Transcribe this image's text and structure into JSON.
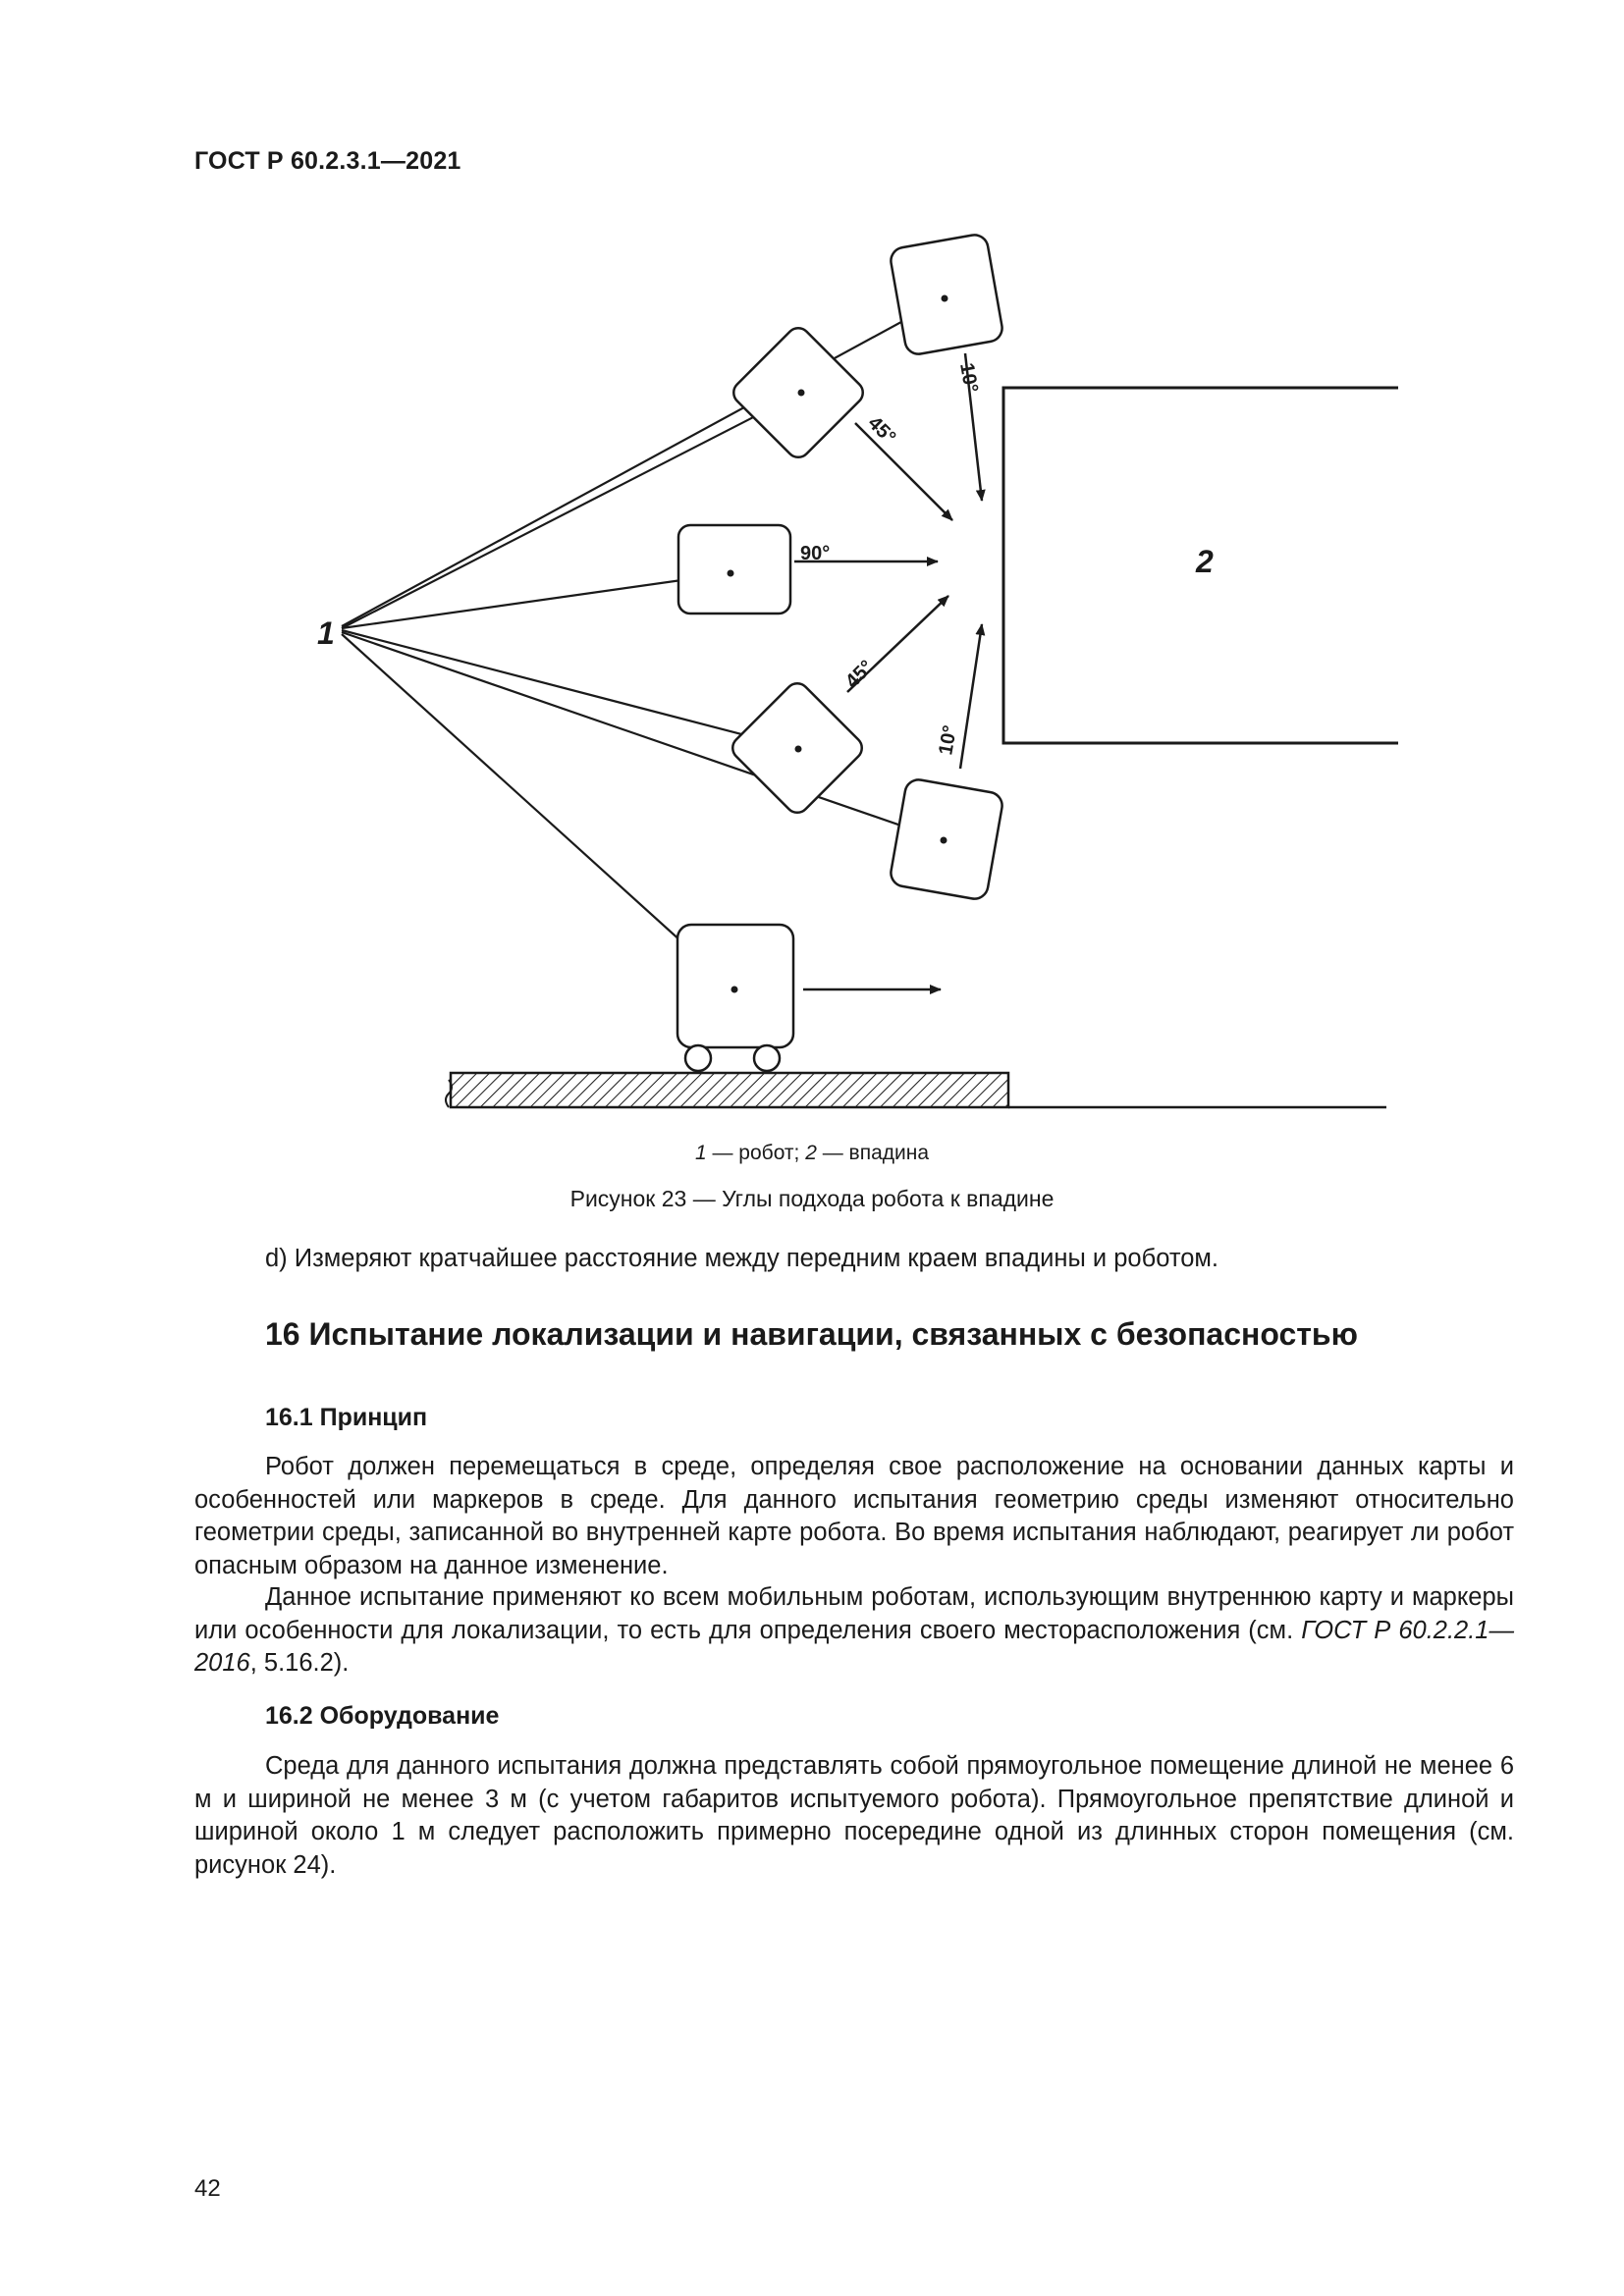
{
  "header": {
    "doc_id": "ГОСТ Р 60.2.3.1—2021"
  },
  "figure": {
    "labels": {
      "robot": "1",
      "recess": "2"
    },
    "angles": {
      "top_10": "10°",
      "top_45": "45°",
      "mid_90": "90°",
      "low_45": "45°",
      "low_10": "10°"
    },
    "legend": {
      "n1": "1",
      "t1": " — робот; ",
      "n2": "2",
      "t2": " — впадина"
    },
    "caption": "Рисунок 23 — Углы подхода робота к впадине"
  },
  "body": {
    "item_d": "d) Измеряют кратчайшее расстояние между передним краем впадины и роботом.",
    "section16_title": "16 Испытание локализации и навигации, связанных с безопасностью",
    "sub161_title": "16.1 Принцип",
    "p161_a": "Робот должен перемещаться в среде, определяя свое расположение на основании данных карты и особенностей или маркеров в среде. Для данного испытания геометрию среды изменяют относительно геометрии среды, записанной во внутренней карте робота. Во время испытания наблюдают, реагирует ли робот опасным образом на данное изменение.",
    "p161_b_start": "Данное испытание применяют ко всем мобильным роботам, использующим внутреннюю карту и маркеры или особенности для локализации, то есть для определения своего месторасположения (см. ",
    "p161_b_ref": "ГОСТ Р 60.2.2.1—2016",
    "p161_b_end": ", 5.16.2).",
    "sub162_title": "16.2 Оборудование",
    "p162_a": "Среда для данного испытания должна представлять собой прямоугольное помещение длиной не менее 6 м и шириной не менее 3 м (с учетом габаритов испытуемого робота). Прямоугольное препятствие длиной и шириной около 1 м следует расположить примерно посередине одной из длинных сторон помещения (см. рисунок 24)."
  },
  "footer": {
    "page_number": "42"
  }
}
